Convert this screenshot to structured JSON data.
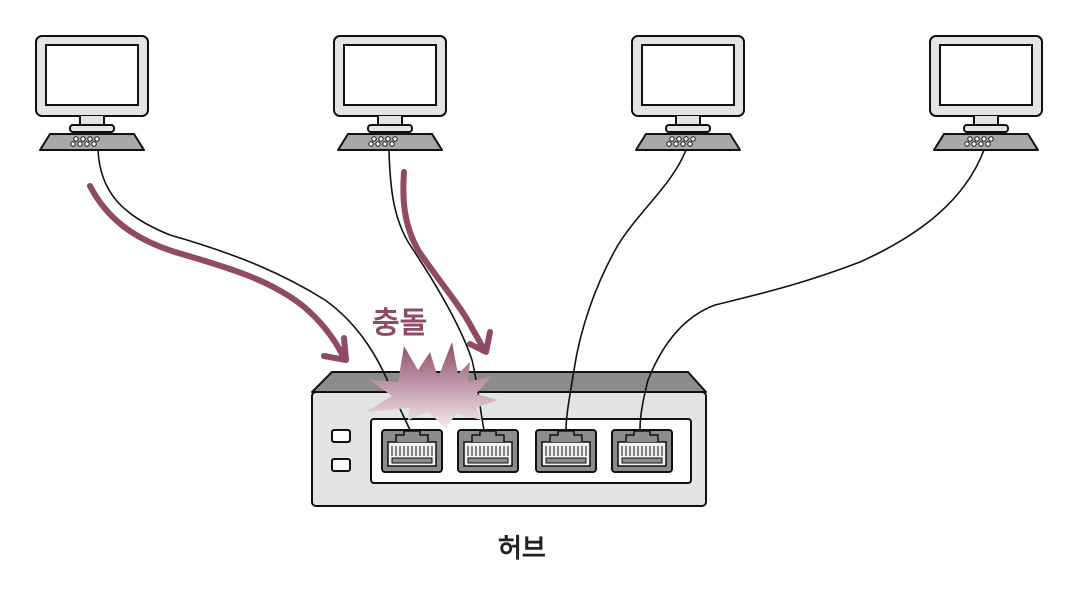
{
  "labels": {
    "collision": "충돌",
    "hub": "허브"
  },
  "computers": [
    {
      "id": "pc-1",
      "sending": true
    },
    {
      "id": "pc-2",
      "sending": true
    },
    {
      "id": "pc-3",
      "sending": false
    },
    {
      "id": "pc-4",
      "sending": false
    }
  ],
  "hub": {
    "ports": 4,
    "indicator_lights": 2
  },
  "colors": {
    "arrow": "#8e4a66",
    "burst_top": "#8e4a66",
    "burst_bottom": "#f4e8ee",
    "collision_text": "#8e4a66",
    "device_body": "#e4e4e4",
    "device_dark": "#8c8c8c",
    "outline": "#111111"
  }
}
